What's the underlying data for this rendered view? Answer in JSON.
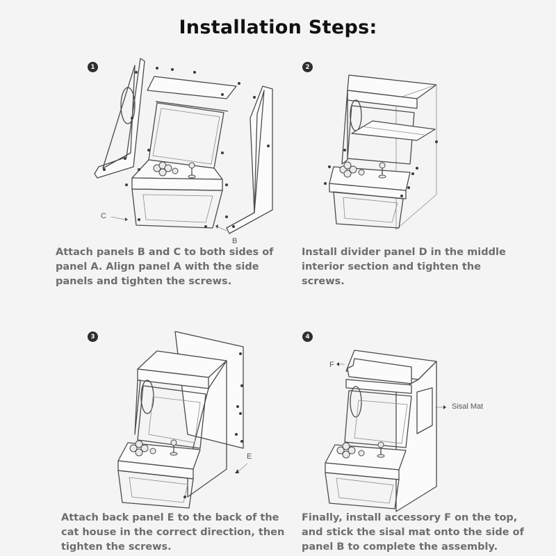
{
  "title": "Installation Steps:",
  "steps": [
    {
      "number": "1",
      "caption": "Attach panels B and C to both sides of\npanel A.  Align panel A with the side\npanels and tighten the screws.",
      "labels": [
        "C",
        "B"
      ]
    },
    {
      "number": "2",
      "caption": "Install divider panel D in the middle\ninterior section and tighten the\nscrews.",
      "labels": []
    },
    {
      "number": "3",
      "caption": "Attach back panel E to the back of the\ncat house in the correct direction, then\ntighten the screws.",
      "labels": [
        "E"
      ]
    },
    {
      "number": "4",
      "caption": "Finally, install accessory F on the top,\nand stick the sisal mat onto the side of\npanel B to complete the assembly.",
      "labels": [
        "F",
        "Sisal Mat"
      ]
    }
  ],
  "icons": {
    "arrow": "arrow-icon",
    "screw": "screw-icon"
  }
}
